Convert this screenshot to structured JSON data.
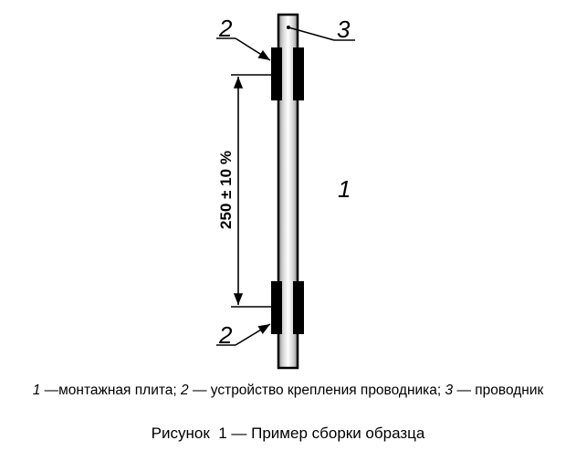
{
  "diagram": {
    "labels": {
      "mounting_plate": "1",
      "clamp_top": "2",
      "clamp_bottom": "2",
      "conductor": "3"
    },
    "dimension": "250 ± 10 %",
    "colors": {
      "ink": "#000000",
      "rod_edge": "#9a9a9a",
      "rod_center": "#ffffff",
      "background": "#ffffff"
    }
  },
  "legend": {
    "items": [
      {
        "num": "1",
        "sep": " —",
        "text": "монтажная плита; "
      },
      {
        "num": "2",
        "sep": " — ",
        "text": "устройство крепления проводника; "
      },
      {
        "num": "3",
        "sep": " — ",
        "text": "проводник"
      }
    ]
  },
  "caption": "Рисунок  1 — Пример сборки образца"
}
